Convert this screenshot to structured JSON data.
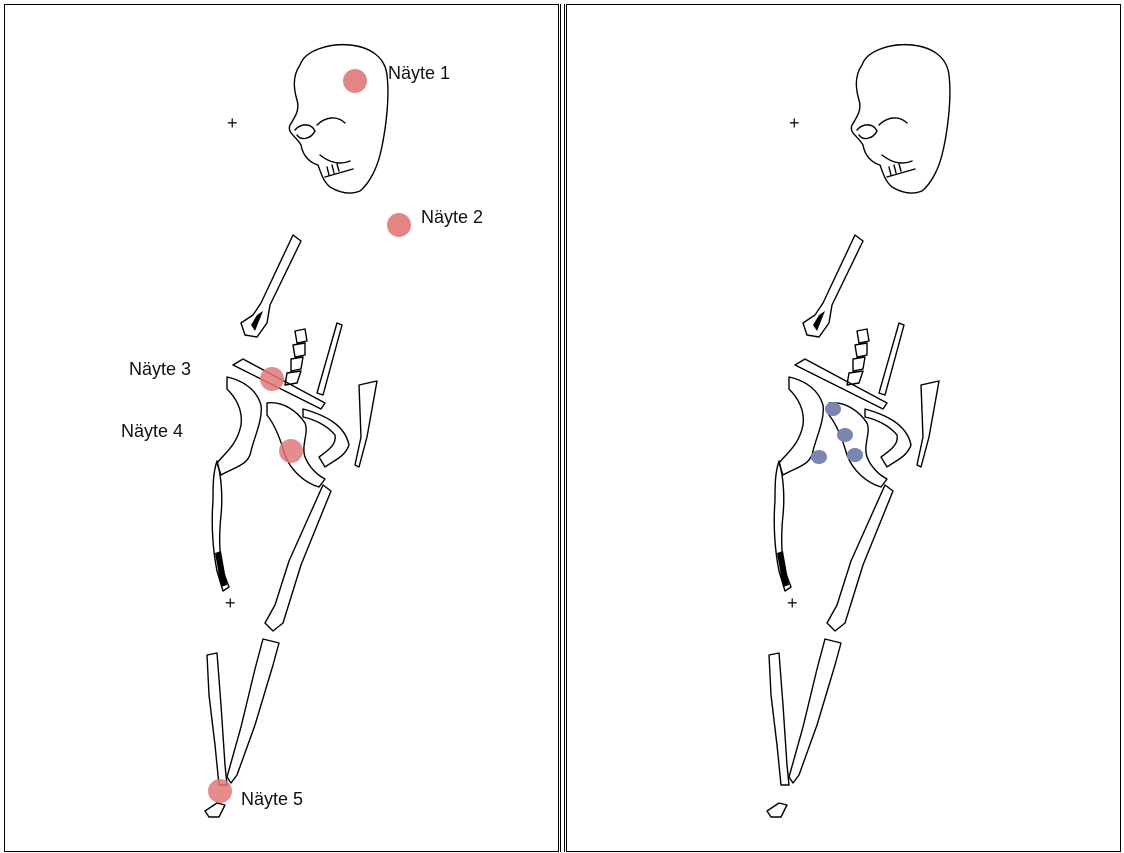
{
  "left_panel": {
    "samples": [
      {
        "label": "Näyte 1"
      },
      {
        "label": "Näyte 2"
      },
      {
        "label": "Näyte 3"
      },
      {
        "label": "Näyte 4"
      },
      {
        "label": "Näyte 5"
      }
    ],
    "marker_color": "#e07878"
  },
  "right_panel": {
    "marker_color": "#7a86b0",
    "marker_count": 4
  },
  "reference_mark": "+"
}
